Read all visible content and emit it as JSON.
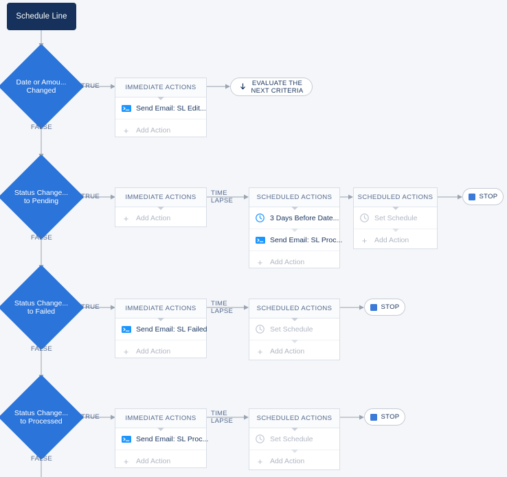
{
  "start": {
    "label": "Schedule Line"
  },
  "labels": {
    "true": "TRUE",
    "false": "FALSE",
    "time_lapse": "TIME\nLAPSE",
    "immediate_actions": "IMMEDIATE ACTIONS",
    "scheduled_actions": "SCHEDULED ACTIONS",
    "add_action": "Add Action",
    "set_schedule": "Set Schedule",
    "stop": "STOP",
    "evaluate_next": "EVALUATE THE\nNEXT CRITERIA"
  },
  "criteria": [
    {
      "name": "criteria-1",
      "title": "Date or Amou...\nChanged",
      "true_label": "TRUE",
      "false_label": "FALSE",
      "immediate": {
        "header": "IMMEDIATE ACTIONS",
        "rows": [
          {
            "icon": "email-script-icon",
            "text": "Send Email: SL Edit...",
            "dim": false
          },
          {
            "icon": "plus-icon",
            "text": "Add Action",
            "dim": true
          }
        ]
      },
      "end": {
        "type": "evaluate",
        "icon": "down-arrow-icon",
        "text": "EVALUATE THE\nNEXT CRITERIA"
      }
    },
    {
      "name": "criteria-2",
      "title": "Status Change...\nto Pending",
      "true_label": "TRUE",
      "false_label": "FALSE",
      "immediate": {
        "header": "IMMEDIATE ACTIONS",
        "rows": [
          {
            "icon": "plus-icon",
            "text": "Add Action",
            "dim": true
          }
        ]
      },
      "time_lapse": "TIME\nLAPSE",
      "scheduled_groups": [
        {
          "header": "SCHEDULED ACTIONS",
          "rows": [
            {
              "icon": "clock-icon",
              "text": "3 Days Before Date...",
              "dim": false
            },
            {
              "icon": "email-script-icon",
              "text": "Send Email: SL Proc...",
              "dim": false
            },
            {
              "icon": "plus-icon",
              "text": "Add Action",
              "dim": true
            }
          ]
        },
        {
          "header": "SCHEDULED ACTIONS",
          "rows": [
            {
              "icon": "clock-icon",
              "text": "Set Schedule",
              "dim": true
            },
            {
              "icon": "plus-icon",
              "text": "Add Action",
              "dim": true
            }
          ]
        }
      ],
      "end": {
        "type": "stop",
        "icon": "stop-icon",
        "text": "STOP"
      }
    },
    {
      "name": "criteria-3",
      "title": "Status Change...\nto Failed",
      "true_label": "TRUE",
      "false_label": "FALSE",
      "immediate": {
        "header": "IMMEDIATE ACTIONS",
        "rows": [
          {
            "icon": "email-script-icon",
            "text": "Send Email: SL Failed",
            "dim": false
          },
          {
            "icon": "plus-icon",
            "text": "Add Action",
            "dim": true
          }
        ]
      },
      "time_lapse": "TIME\nLAPSE",
      "scheduled_groups": [
        {
          "header": "SCHEDULED ACTIONS",
          "rows": [
            {
              "icon": "clock-icon",
              "text": "Set Schedule",
              "dim": true
            },
            {
              "icon": "plus-icon",
              "text": "Add Action",
              "dim": true
            }
          ]
        }
      ],
      "end": {
        "type": "stop",
        "icon": "stop-icon",
        "text": "STOP"
      }
    },
    {
      "name": "criteria-4",
      "title": "Status Change...\nto Processed",
      "true_label": "TRUE",
      "false_label": "FALSE",
      "immediate": {
        "header": "IMMEDIATE ACTIONS",
        "rows": [
          {
            "icon": "email-script-icon",
            "text": "Send Email: SL Proc...",
            "dim": false
          },
          {
            "icon": "plus-icon",
            "text": "Add Action",
            "dim": true
          }
        ]
      },
      "time_lapse": "TIME\nLAPSE",
      "scheduled_groups": [
        {
          "header": "SCHEDULED ACTIONS",
          "rows": [
            {
              "icon": "clock-icon",
              "text": "Set Schedule",
              "dim": true
            },
            {
              "icon": "plus-icon",
              "text": "Add Action",
              "dim": true
            }
          ]
        }
      ],
      "end": {
        "type": "stop",
        "icon": "stop-icon",
        "text": "STOP"
      }
    }
  ],
  "colors": {
    "diamond": "#2a74da",
    "start": "#16325c",
    "canvas": "#f4f6f9",
    "panel_border": "#d8dde6",
    "label_text": "#54698d",
    "stop_square": "#3b7ad9"
  }
}
